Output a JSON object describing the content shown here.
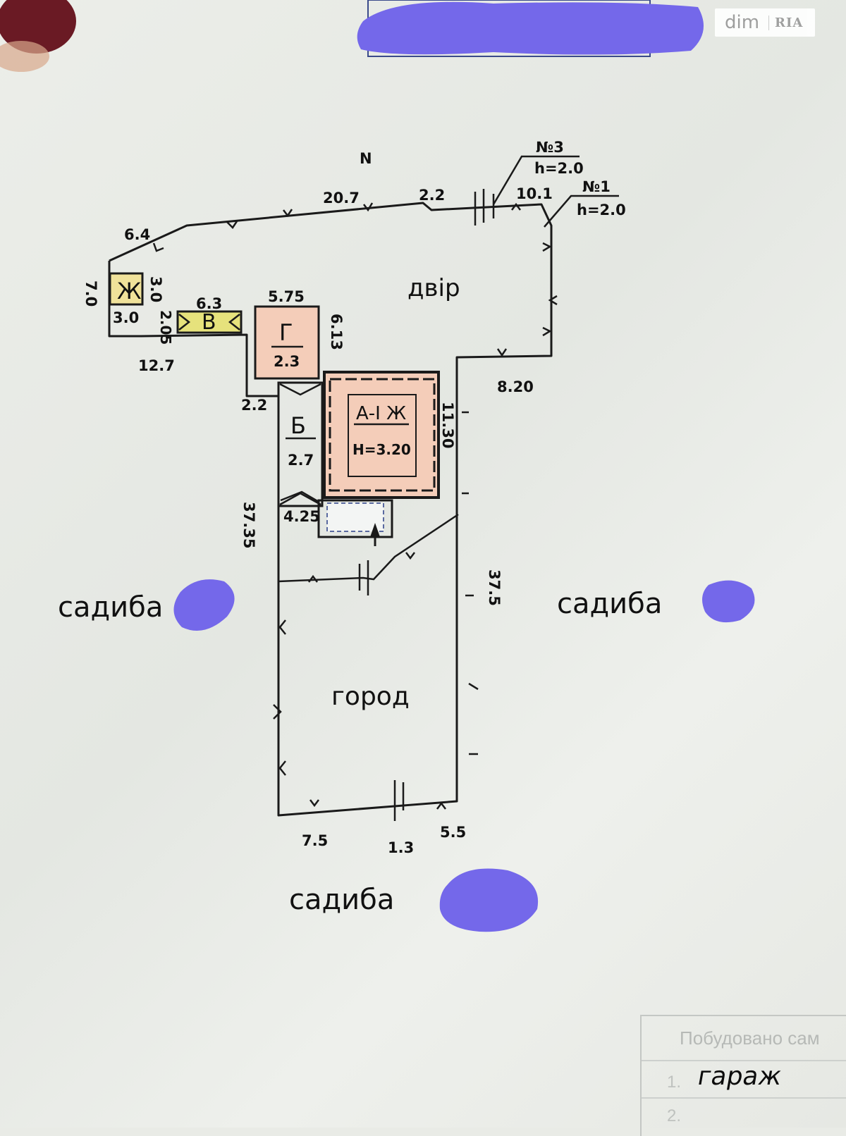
{
  "colors": {
    "redaction": "#7468ea",
    "building_A": "#f4cdb9",
    "building_G": "#f4cdb9",
    "building_V": "#e6e27c",
    "building_Zh": "#f0e29a",
    "lines": "#1a1a1a"
  },
  "watermark": {
    "brand": "dim",
    "brand_suffix": "RIA"
  },
  "north_label": "N",
  "pin_icon": "pin-icon",
  "labels": {
    "top_edge": "20.7",
    "top_edge_small": "2.2",
    "top_right": "10.1",
    "gate_n3": "№3",
    "gate_n3_h": "h=2.0",
    "gate_n1": "№1",
    "gate_n1_h": "h=2.0",
    "left_diag": "6.4",
    "left_side": "7.0",
    "zh_side": "3.0",
    "zh_bottom": "3.0",
    "v_side": "2.05",
    "bottom_left": "12.7",
    "right_down": "8.20",
    "b_left": "2.2",
    "plot_left": "37.35",
    "plot_right": "37.5",
    "a_side": "11.30",
    "porch": "4.25",
    "bottom_a": "7.5",
    "bottom_b": "1.3",
    "bottom_c": "5.5"
  },
  "yard_label": "двір",
  "garden_label": "город",
  "buildings": {
    "zh": {
      "letter": "Ж"
    },
    "v": {
      "letter": "В",
      "dim": "6.3"
    },
    "g": {
      "letter": "Г",
      "dim_top": "5.75",
      "dim_side": "6.13",
      "area": "2.3"
    },
    "b": {
      "letter": "Б",
      "area": "2.7"
    },
    "a": {
      "letter": "А-І Ж",
      "height": "Н=3.20"
    }
  },
  "neighbors": {
    "left": "садиба",
    "right": "садиба",
    "bottom": "садиба"
  },
  "legend": {
    "title": "Побудовано сам",
    "row1_num": "1.",
    "row2_num": "2.",
    "row1_value": "гараж"
  }
}
